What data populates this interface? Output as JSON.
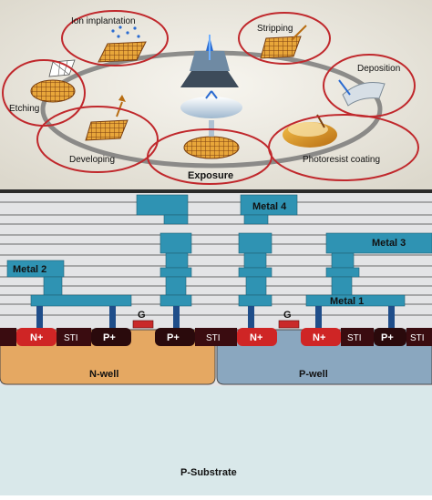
{
  "process_cycle": {
    "steps": [
      {
        "id": "ion",
        "label": "Ion implantation"
      },
      {
        "id": "strip",
        "label": "Stripping"
      },
      {
        "id": "depo",
        "label": "Deposition"
      },
      {
        "id": "coat",
        "label": "Photoresist coating"
      },
      {
        "id": "expo",
        "label": "Exposure"
      },
      {
        "id": "dev",
        "label": "Developing"
      },
      {
        "id": "etch",
        "label": "Etching"
      }
    ]
  },
  "cross_section": {
    "metal_labels": {
      "m1": "Metal 1",
      "m2": "Metal 2",
      "m3": "Metal 3",
      "m4": "Metal 4"
    },
    "gate_label": "G",
    "regions": {
      "n_plus": "N+",
      "p_plus": "P+",
      "sti": "STI"
    },
    "n_well": "N-well",
    "p_well": "P-well",
    "substrate": "P-Substrate"
  },
  "colors": {
    "ring": "#c0282c",
    "metal": "#2f93b3",
    "n_well": "#e5a862",
    "p_well": "#8aa7bf",
    "substrate": "#d9e8ea",
    "n_plus": "#cf2525",
    "dark_region": "#3a0c10",
    "gate": "#c92a2a"
  }
}
